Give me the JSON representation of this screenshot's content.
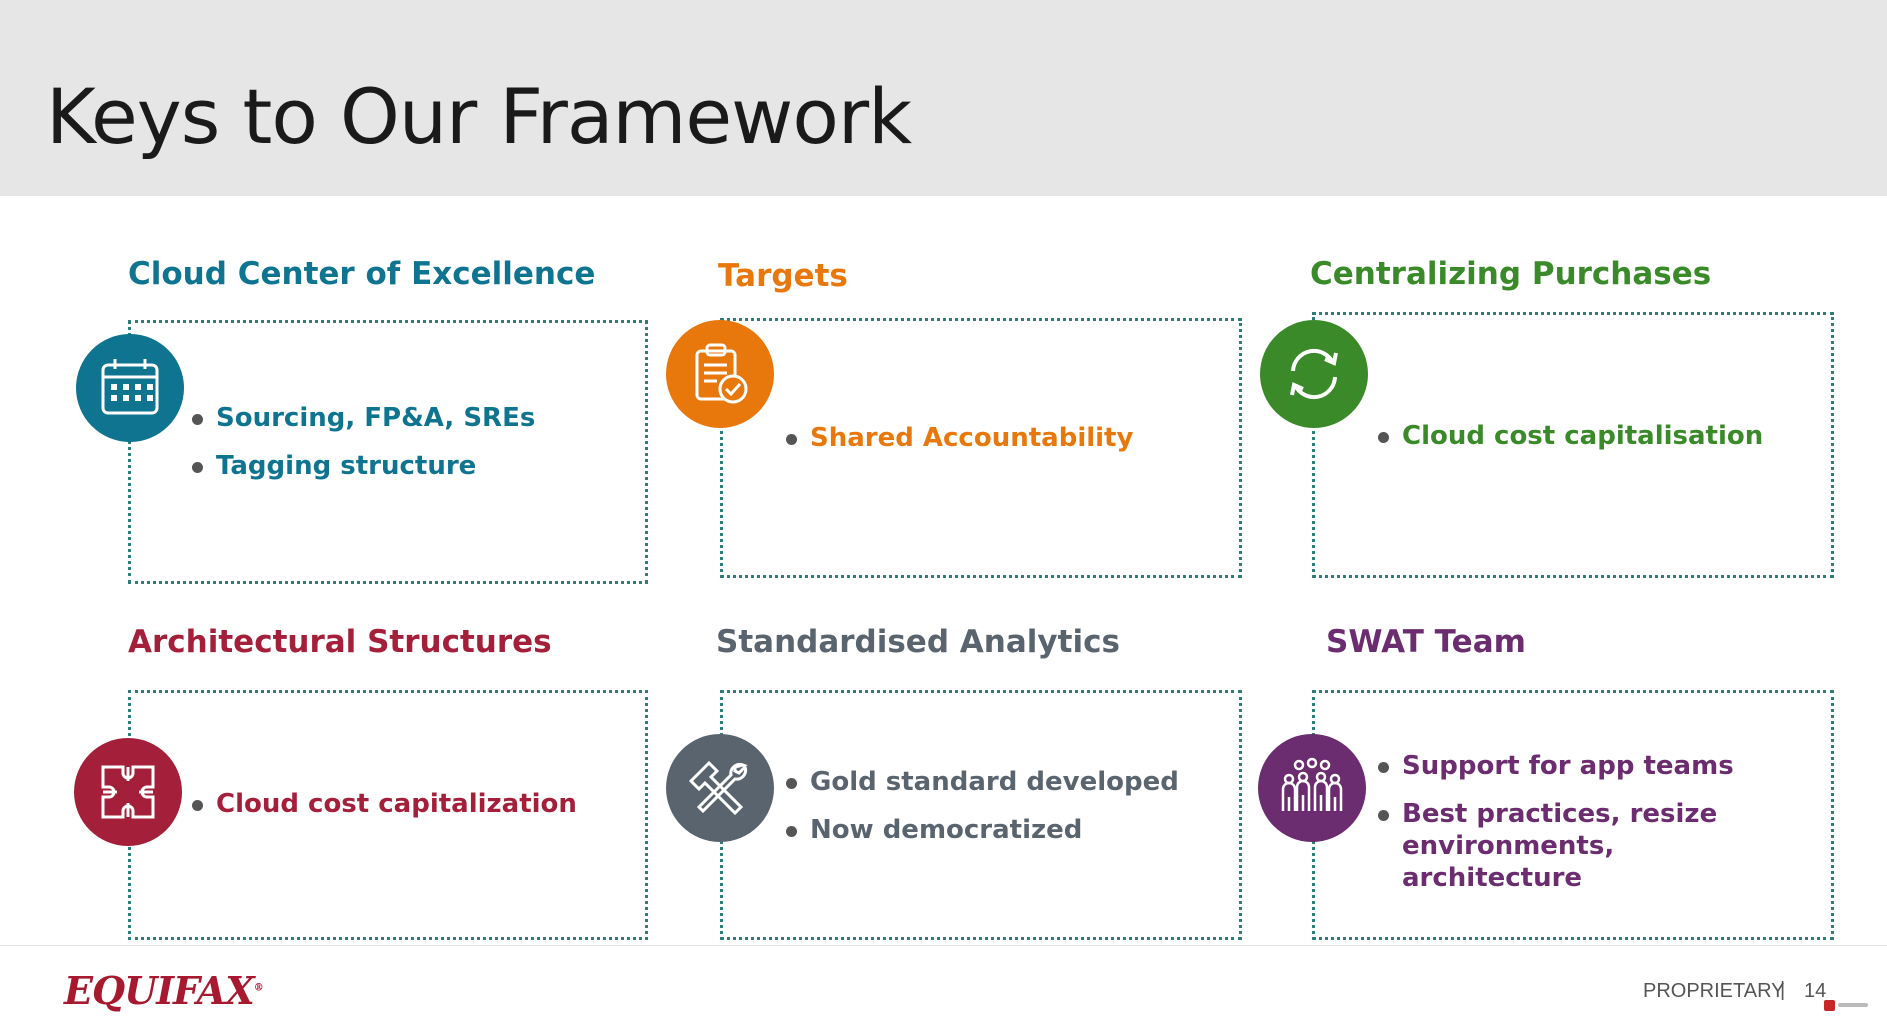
{
  "slide": {
    "title": "Keys to Our Framework"
  },
  "colors": {
    "teal_blue": "#0e7490",
    "orange": "#e8780c",
    "green": "#3a8a2a",
    "crimson": "#a4203a",
    "gray": "#5a646e",
    "purple": "#6b2d6f",
    "dotted_border": "#2f7d7a"
  },
  "cards": [
    {
      "title": "Cloud Center of Excellence",
      "icon": "calendar-icon",
      "bullets": [
        "Sourcing, FP&A, SREs",
        "Tagging structure"
      ]
    },
    {
      "title": "Targets",
      "icon": "clipboard-check-icon",
      "bullets": [
        "Shared Accountability"
      ]
    },
    {
      "title": "Centralizing Purchases",
      "icon": "refresh-cycle-icon",
      "bullets": [
        "Cloud cost capitalisation"
      ]
    },
    {
      "title": "Architectural Structures",
      "icon": "puzzle-icon",
      "bullets": [
        "Cloud cost capitalization"
      ]
    },
    {
      "title": "Standardised Analytics",
      "icon": "hammer-wrench-icon",
      "bullets": [
        "Gold standard developed",
        "Now democratized"
      ]
    },
    {
      "title": "SWAT Team",
      "icon": "team-icon",
      "bullets": [
        "Support for app teams",
        "Best practices, resize environments, architecture"
      ]
    }
  ],
  "footer": {
    "logo": "EQUIFAX",
    "logo_mark": "®",
    "label": "PROPRIETARY",
    "separator": "|",
    "page_number": "14"
  }
}
